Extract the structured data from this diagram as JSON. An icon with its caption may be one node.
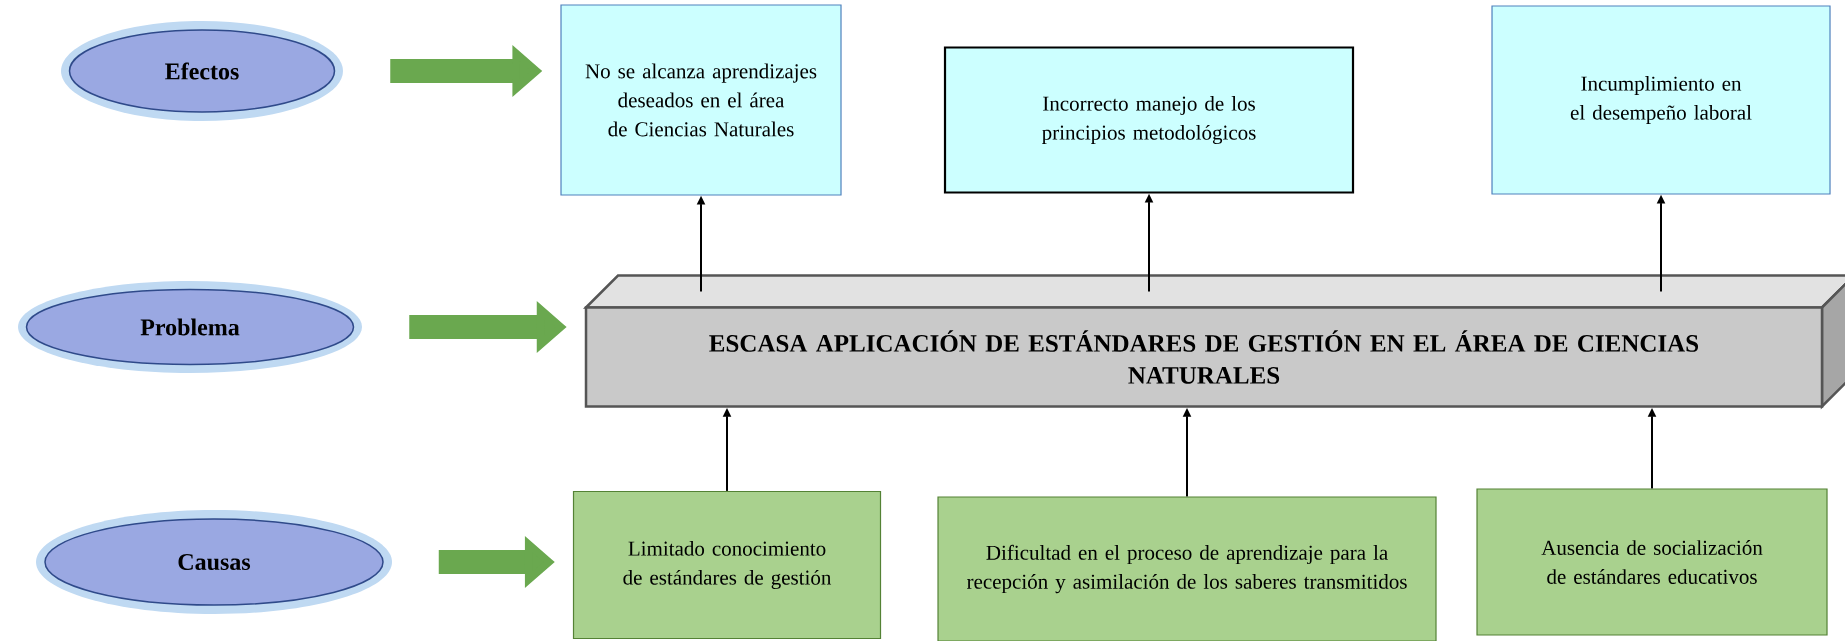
{
  "diagram": {
    "nodes": [
      {
        "text": [
          "Efectos"
        ]
      },
      {
        "text": [
          "No se alcanza aprendizajes deseados en el área de Ciencias Naturales"
        ]
      },
      {
        "text": [
          "Incorrecto manejo de los principios metodológicos"
        ]
      },
      {
        "text": [
          "Incumplimiento en el desempeño laboral"
        ]
      },
      {
        "text": [
          "Problema"
        ]
      },
      {
        "text": [
          "ESCASA APLICACIÓN DE ESTÁNDARES DE GESTIÓN EN EL ÁREA DE CIENCIAS NATURALES"
        ]
      },
      {
        "text": [
          "Causas"
        ]
      },
      {
        "text": [
          "Limitado conocimiento de estándares de gestión"
        ]
      },
      {
        "text": [
          "Dificultad en el proceso de aprendizaje para la recepción y asimilación de los saberes transmitidos"
        ]
      },
      {
        "text": [
          "Ausencia de socialización de estándares educativos"
        ]
      }
    ],
    "edges": [
      {
        "from": 0,
        "to": 1,
        "arrow": "to",
        "style": "thick",
        "color": "#6aa84f"
      },
      {
        "from": 4,
        "to": 5,
        "arrow": "to",
        "style": "thick",
        "color": "#6aa84f"
      },
      {
        "from": 6,
        "to": 7,
        "arrow": "to",
        "style": "thick",
        "color": "#6aa84f"
      },
      {
        "from": 5,
        "to": 1,
        "arrow": "to"
      },
      {
        "from": 5,
        "to": 2,
        "arrow": "to"
      },
      {
        "from": 5,
        "to": 3,
        "arrow": "to"
      },
      {
        "from": 7,
        "to": 5,
        "arrow": "to"
      },
      {
        "from": 8,
        "to": 5,
        "arrow": "to"
      },
      {
        "from": 9,
        "to": 5,
        "arrow": "to"
      }
    ]
  }
}
